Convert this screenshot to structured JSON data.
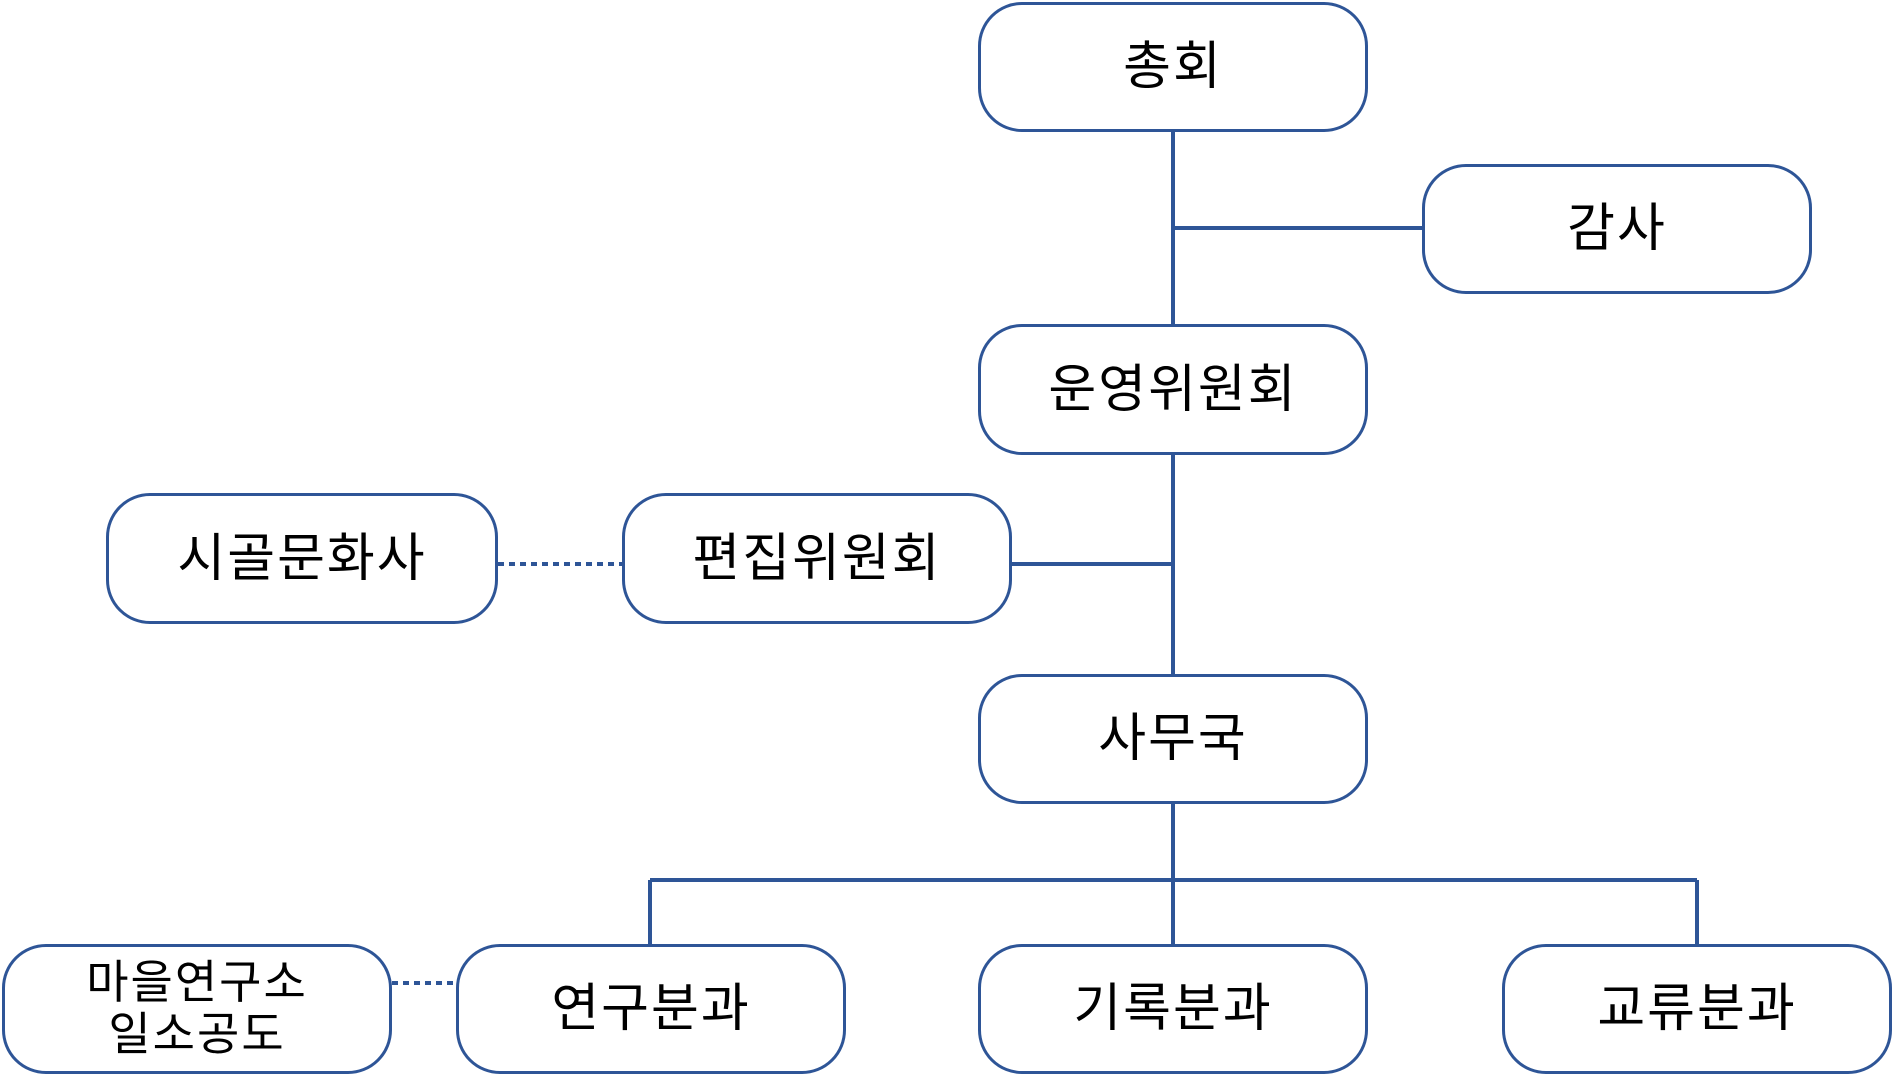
{
  "org_chart": {
    "nodes": {
      "general_assembly": "총회",
      "audit": "감사",
      "steering_committee": "운영위원회",
      "editorial_committee": "편집위원회",
      "sigol_publisher": "시골문화사",
      "secretariat": "사무국",
      "research_division": "연구분과",
      "records_division": "기록분과",
      "exchange_division": "교류분과",
      "village_lab_line1": "마을연구소",
      "village_lab_line2": "일소공도"
    },
    "colors": {
      "line": "#2e5597",
      "border": "#2e5597",
      "text": "#000000"
    }
  }
}
